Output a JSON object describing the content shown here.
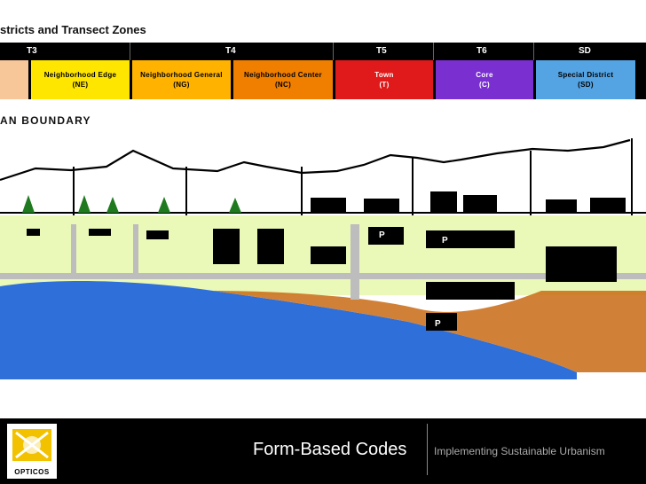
{
  "slide": {
    "title": "stricts and Transect Zones",
    "boundary_label": "AN BOUNDARY"
  },
  "zones": [
    {
      "code": "T3"
    },
    {
      "code": "T4"
    },
    {
      "code": "T5"
    },
    {
      "code": "T6"
    },
    {
      "code": "SD"
    }
  ],
  "districts": [
    {
      "name": "",
      "abbr": "",
      "color": "#f7c79a",
      "text_color": "#000000"
    },
    {
      "name": "Neighborhood Edge",
      "abbr": "(NE)",
      "color": "#ffe600",
      "text_color": "#000000"
    },
    {
      "name": "Neighborhood General",
      "abbr": "(NG)",
      "color": "#ffb300",
      "text_color": "#000000"
    },
    {
      "name": "Neighborhood Center",
      "abbr": "(NC)",
      "color": "#f07f00",
      "text_color": "#000000"
    },
    {
      "name": "Town",
      "abbr": "(T)",
      "color": "#e01a1a",
      "text_color": "#ffffff"
    },
    {
      "name": "Core",
      "abbr": "(C)",
      "color": "#7a2fd0",
      "text_color": "#ffffff"
    },
    {
      "name": "Special District",
      "abbr": "(SD)",
      "color": "#54a3e2",
      "text_color": "#000000"
    }
  ],
  "diagram": {
    "parking_label": "P",
    "colors": {
      "land": "#eaf8b8",
      "water": "#2f6fd9",
      "shore": "#c96b14",
      "building": "#000000",
      "tree": "#1f7a1f",
      "road": "#bdbdbd"
    }
  },
  "footer": {
    "logo_text": "OPTICOS",
    "title": "Form-Based Codes",
    "subtitle": "Implementing Sustainable Urbanism"
  }
}
